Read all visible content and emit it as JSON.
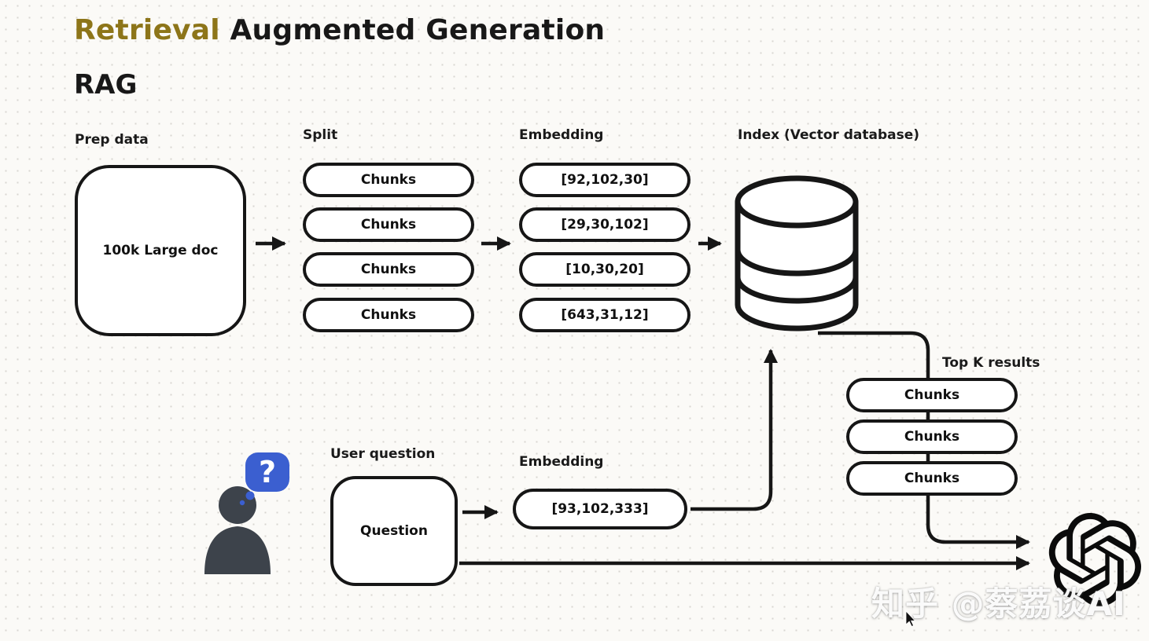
{
  "title": {
    "highlight": "Retrieval",
    "rest": " Augmented Generation"
  },
  "subtitle": "RAG",
  "colors": {
    "accent": "#8d7519",
    "ink": "#161616",
    "bubble_blue": "#3b5fd0",
    "person_gray": "#3d434b"
  },
  "prep": {
    "label": "Prep data",
    "doc_label": "100k Large doc"
  },
  "split": {
    "label": "Split",
    "chunks": [
      "Chunks",
      "Chunks",
      "Chunks",
      "Chunks"
    ]
  },
  "embedding": {
    "label": "Embedding",
    "vectors": [
      "[92,102,30]",
      "[29,30,102]",
      "[10,30,20]",
      "[643,31,12]"
    ]
  },
  "index": {
    "label": "Index (Vector database)"
  },
  "topk": {
    "label": "Top K results",
    "chunks": [
      "Chunks",
      "Chunks",
      "Chunks"
    ]
  },
  "query": {
    "label": "User question",
    "box_label": "Question",
    "embedding_label": "Embedding",
    "vector": "[93,102,333]"
  },
  "icons": {
    "question_mark": "?"
  },
  "watermark": "知乎 @蔡荔谈AI"
}
